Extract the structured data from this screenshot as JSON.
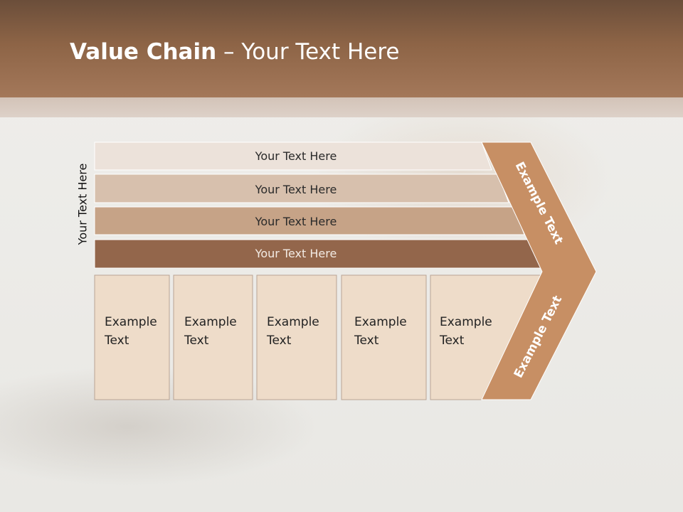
{
  "slide": {
    "title_bold": "Value Chain",
    "title_rest": " – Your Text Here",
    "side_label": "Your Text Here"
  },
  "bars": [
    {
      "label": "Your Text Here",
      "color": "#ece2da"
    },
    {
      "label": "Your Text Here",
      "color": "#d7c0ad"
    },
    {
      "label": "Your Text Here",
      "color": "#c6a387"
    },
    {
      "label": "Your Text Here",
      "color": "#93664b"
    }
  ],
  "activities": [
    {
      "line1": "Example",
      "line2": "Text"
    },
    {
      "line1": "Example",
      "line2": "Text"
    },
    {
      "line1": "Example",
      "line2": "Text"
    },
    {
      "line1": "Example",
      "line2": "Text"
    },
    {
      "line1": "Example",
      "line2": "Text"
    }
  ],
  "chevron": {
    "upper_label": "Example Text",
    "lower_label": "Example Text",
    "color": "#c78f64"
  },
  "colors": {
    "header": "#8d6446",
    "activity_fill": "#eedcc9"
  }
}
